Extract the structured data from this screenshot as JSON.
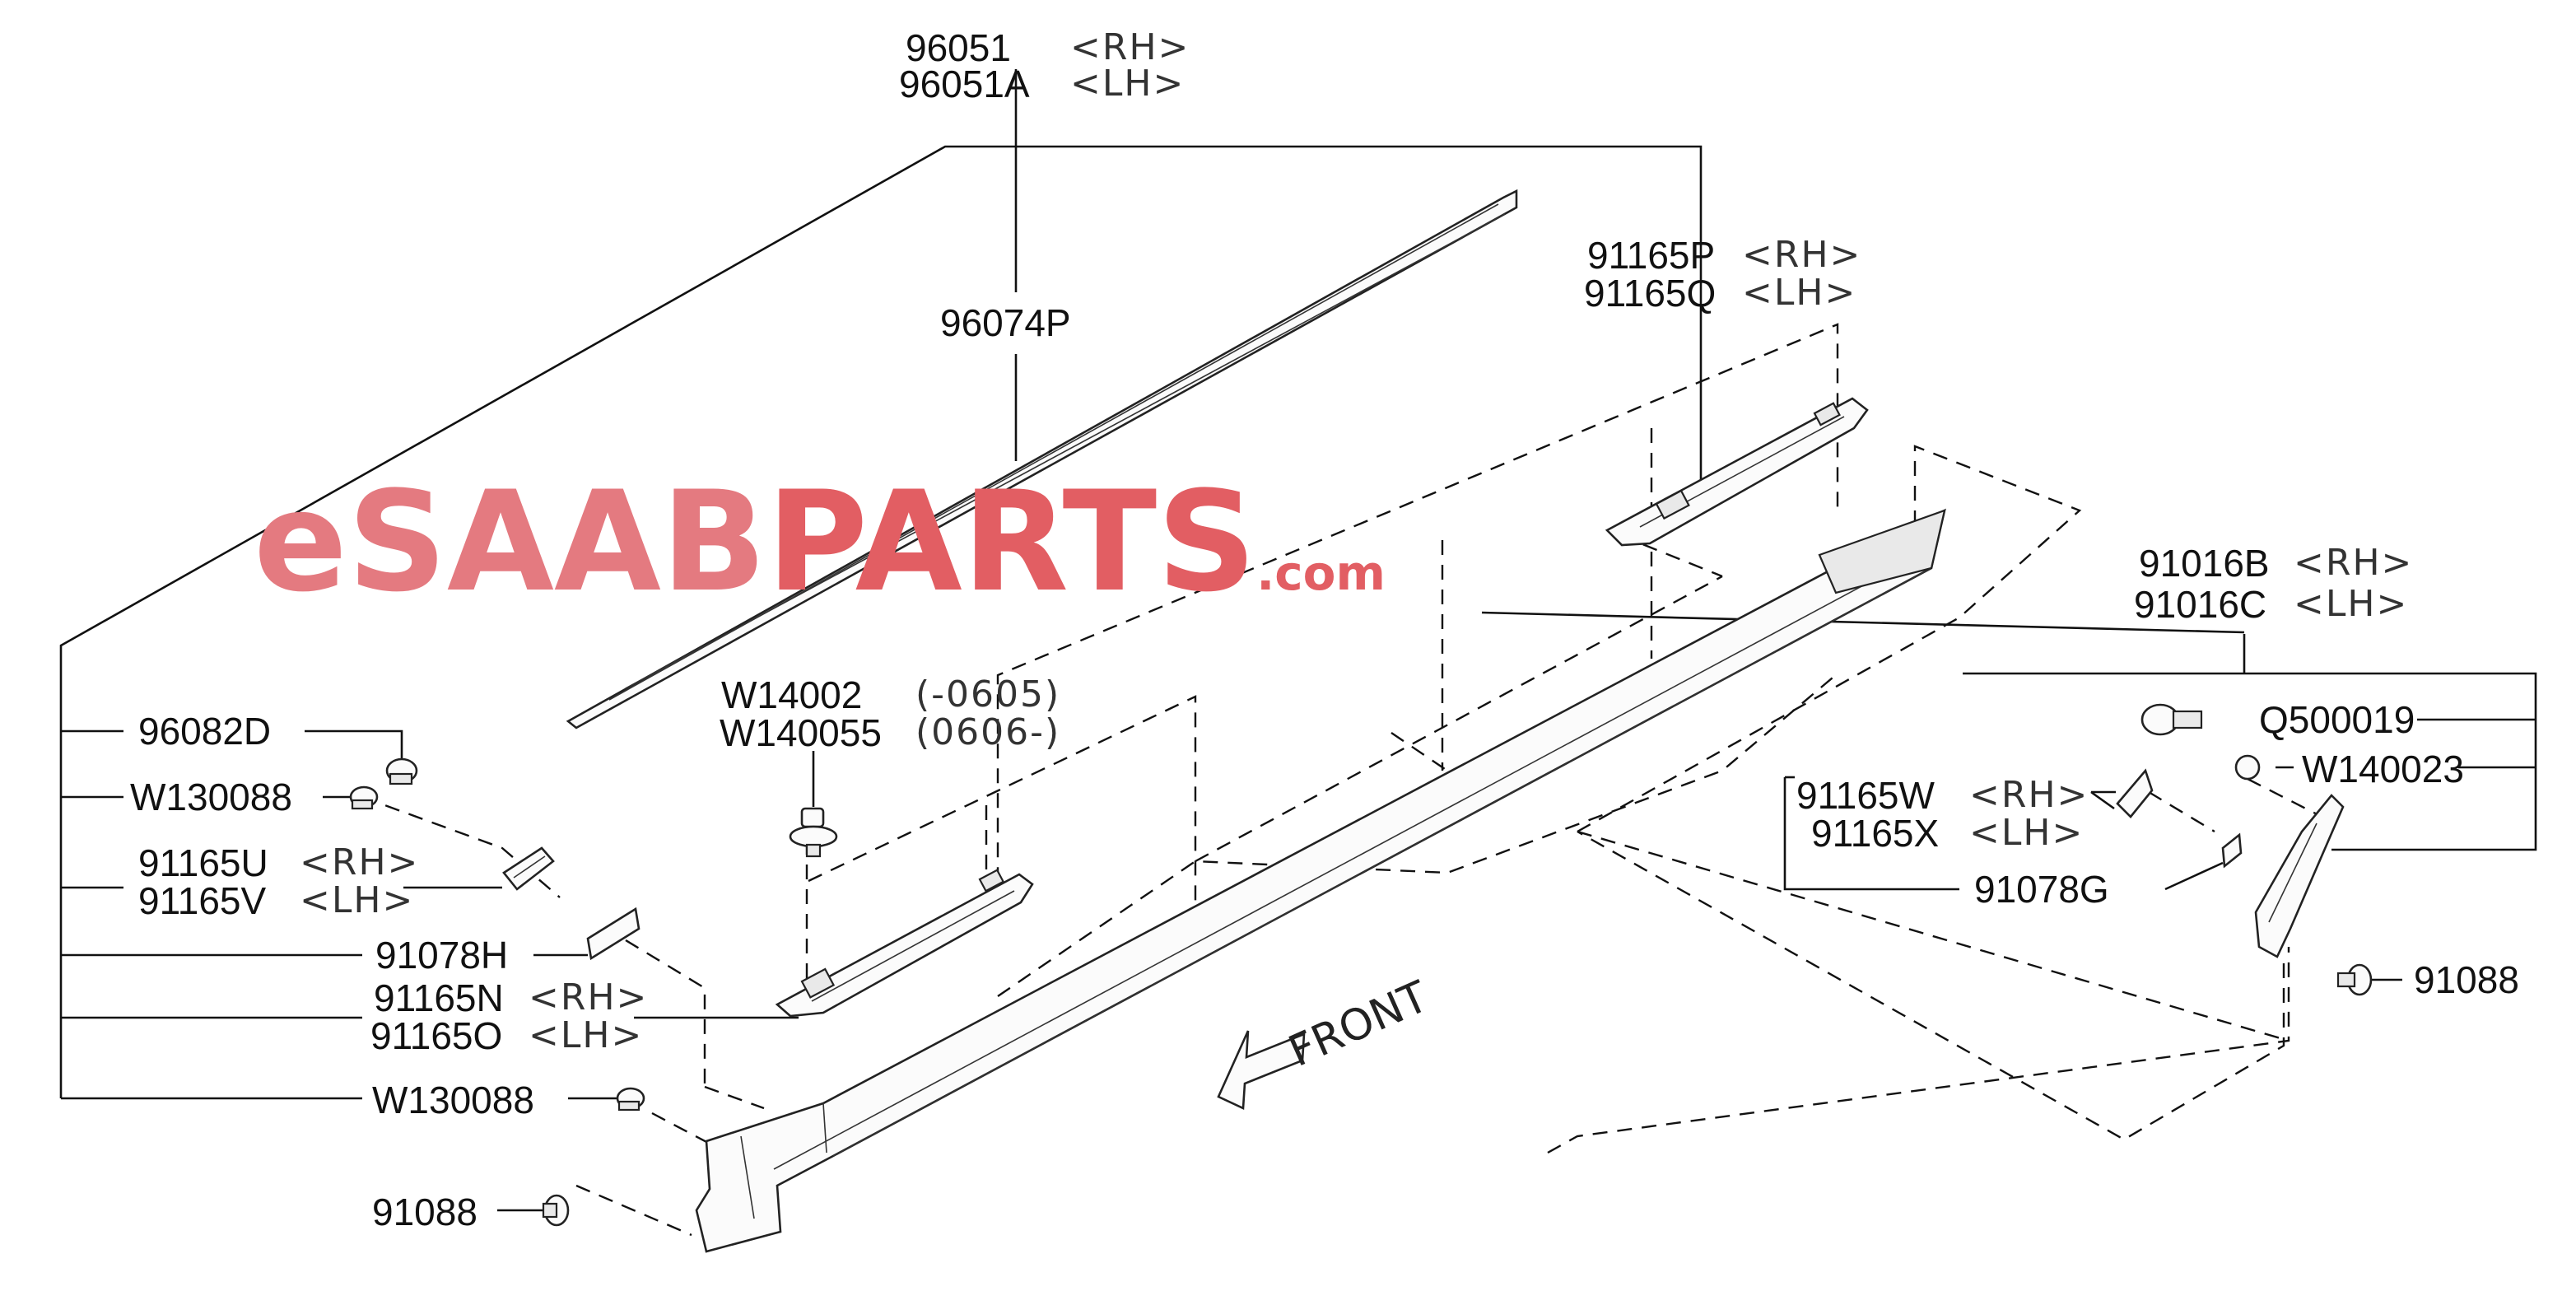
{
  "logo": {
    "prefix": "e",
    "brand_grey": "SAAB",
    "brand_red": "PARTS",
    "suffix": ".com",
    "color_grey": "#e36e73",
    "color_red": "#e25e63"
  },
  "labels": {
    "p96051": "96051",
    "p96051_side": "<RH>",
    "p96051A": "96051A",
    "p96051A_side": "<LH>",
    "p96074P": "96074P",
    "p91165P": "91165P",
    "p91165P_side": "<RH>",
    "p91165Q": "91165Q",
    "p91165Q_side": "<LH>",
    "p91016B": "91016B",
    "p91016B_side": "<RH>",
    "p91016C": "91016C",
    "p91016C_side": "<LH>",
    "pQ500019": "Q500019",
    "pW140023": "W140023",
    "p91165W": "91165W",
    "p91165W_side": "<RH>",
    "p91165X": "91165X",
    "p91165X_side": "<LH>",
    "p91078G": "91078G",
    "p91088_right": "91088",
    "pW14002": "W14002",
    "pW14002_range": "(-0605)",
    "pW140055": "W140055",
    "pW140055_range": "(0606-)",
    "p96082D": "96082D",
    "pW130088_top": "W130088",
    "p91165U": "91165U",
    "p91165U_side": "<RH>",
    "p91165V": "91165V",
    "p91165V_side": "<LH>",
    "p91078H": "91078H",
    "p91165N": "91165N",
    "p91165N_side": "<RH>",
    "p91165O": "91165O",
    "p91165O_side": "<LH>",
    "pW130088_bottom": "W130088",
    "p91088_left": "91088",
    "front": "FRONT"
  }
}
